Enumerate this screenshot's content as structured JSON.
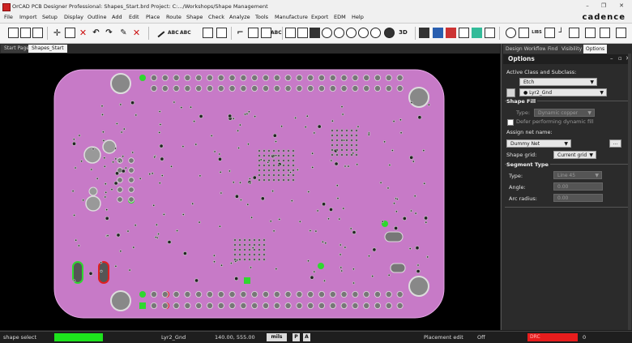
{
  "window": {
    "title": "OrCAD PCB Designer Professional: Shapes_Start.brd  Project: C:.../Workshops/Shape Management",
    "controls": [
      "–",
      "❐",
      "✕"
    ]
  },
  "brand": "cadence",
  "menu": [
    "File",
    "Import",
    "Setup",
    "Display",
    "Outline",
    "Add",
    "Edit",
    "Place",
    "Route",
    "Shape",
    "Check",
    "Analyze",
    "Tools",
    "Manufacture",
    "Export",
    "EDM",
    "Help"
  ],
  "toolbar_text": {
    "abc1": "ABC",
    "abc2": "ABC",
    "abc3": "ABC",
    "b3d": "3D",
    "lbl": "LIBS"
  },
  "tabs": [
    {
      "label": "Start Page"
    },
    {
      "label": "Shapes_Start"
    }
  ],
  "panel": {
    "tabs": [
      "Design Workflow",
      "Find",
      "Visibility",
      "Options"
    ],
    "title": "Options",
    "active_class_label": "Active Class and Subclass:",
    "class_value": "Etch",
    "subclass_value": "Lyr2_Gnd",
    "shape_fill_label": "Shape Fill",
    "type_label": "Type:",
    "type_value": "Dynamic copper",
    "defer_label": "Defer performing dynamic fill",
    "assign_net_label": "Assign net name:",
    "net_value": "Dummy Net",
    "browse_label": "...",
    "shape_grid_label": "Shape grid:",
    "shape_grid_value": "Current grid",
    "segment_type_label": "Segment Type",
    "seg_type_label": "Type:",
    "seg_type_value": "Line 45",
    "angle_label": "Angle:",
    "angle_value": "0.00",
    "arc_radius_label": "Arc radius:",
    "arc_radius_value": "0.00"
  },
  "status": {
    "command": "shape select",
    "subclass": "Lyr2_Gnd",
    "coords": "140.00, 555.00",
    "units": "mils",
    "p_btn": "P",
    "a_btn": "A",
    "mode": "Placement edit",
    "off": "Off",
    "drc_label": "DRC",
    "drc_count": "0"
  },
  "colors": {
    "board": "#c77ac7",
    "green_pad": "#2fd82f",
    "status_green": "#1de31d",
    "status_red": "#e81d1d"
  }
}
